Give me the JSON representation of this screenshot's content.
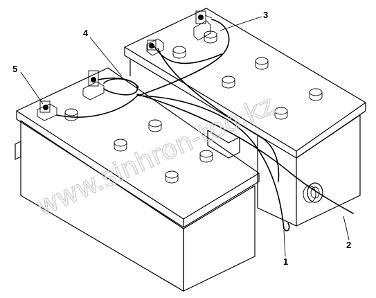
{
  "callouts": {
    "one": "1",
    "two": "2",
    "three": "3",
    "four": "4",
    "five": "5"
  },
  "watermark": "www.sinhron-too.kz"
}
